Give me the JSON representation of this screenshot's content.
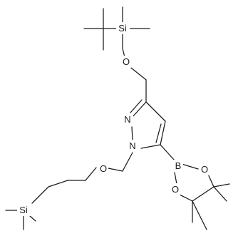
{
  "structure": {
    "atoms": [
      {
        "id": "si1",
        "label": "Si"
      },
      {
        "id": "o1",
        "label": "O"
      },
      {
        "id": "n2",
        "label": "N"
      },
      {
        "id": "n1",
        "label": "N"
      },
      {
        "id": "o2",
        "label": "O"
      },
      {
        "id": "si2",
        "label": "Si"
      },
      {
        "id": "b1",
        "label": "B"
      },
      {
        "id": "o3",
        "label": "O"
      },
      {
        "id": "o4",
        "label": "O"
      }
    ]
  }
}
